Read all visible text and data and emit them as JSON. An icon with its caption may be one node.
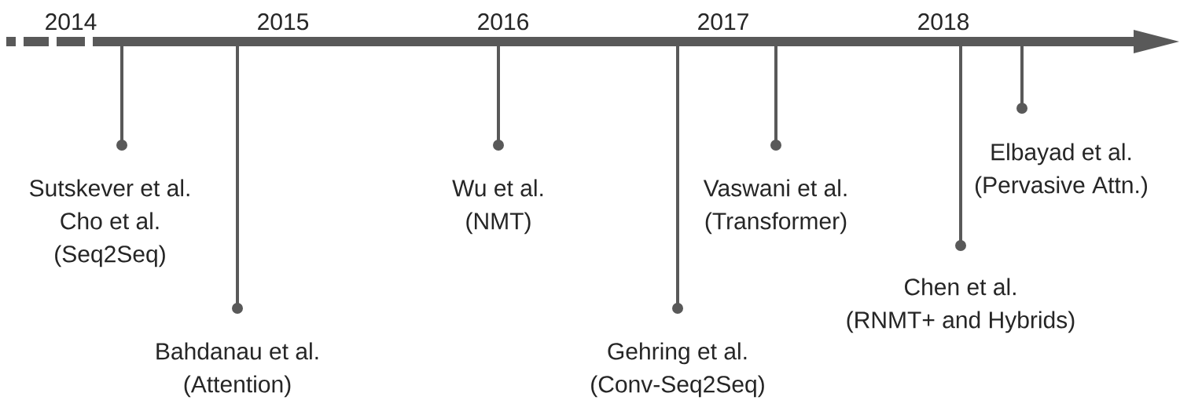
{
  "diagram": {
    "nodes": [
      {
        "text": [
          "Sutskever et al.",
          "Cho et al.",
          "(Seq2Seq)"
        ]
      },
      {
        "text": [
          "Bahdanau et al.",
          "(Attention)"
        ]
      },
      {
        "text": [
          "Wu et al.",
          "(NMT)"
        ]
      },
      {
        "text": [
          "Gehring et al.",
          "(Conv-Seq2Seq)"
        ]
      },
      {
        "text": [
          "Vaswani et al.",
          "(Transformer)"
        ]
      },
      {
        "text": [
          "Chen et al.",
          "(RNMT+ and Hybrids)"
        ]
      },
      {
        "text": [
          "Elbayad et al.",
          "(Pervasive Attn.)"
        ]
      }
    ],
    "edges": [
      {
        "from": 0,
        "to": null,
        "arrow": "other"
      },
      {
        "from": 1,
        "to": null,
        "arrow": "other"
      },
      {
        "from": 2,
        "to": null,
        "arrow": "other"
      },
      {
        "from": 3,
        "to": null,
        "arrow": "other"
      },
      {
        "from": 4,
        "to": null,
        "arrow": "other"
      },
      {
        "from": 5,
        "to": null,
        "arrow": "other"
      },
      {
        "from": 6,
        "to": null,
        "arrow": "other"
      }
    ],
    "labels": [
      "2014",
      "2015",
      "2016",
      "2017",
      "2018"
    ]
  }
}
